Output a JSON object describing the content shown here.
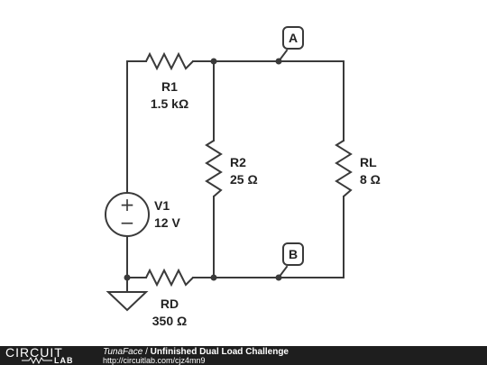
{
  "components": {
    "r1": {
      "name": "R1",
      "value": "1.5 kΩ"
    },
    "r2": {
      "name": "R2",
      "value": "25 Ω"
    },
    "rl": {
      "name": "RL",
      "value": "8 Ω"
    },
    "v1": {
      "name": "V1",
      "value": "12 V",
      "plus": "+",
      "minus": "−"
    },
    "rd": {
      "name": "RD",
      "value": "350 Ω"
    }
  },
  "probes": {
    "a": "A",
    "b": "B"
  },
  "footer": {
    "logo_top": "CIRCUIT",
    "logo_bottom": "LAB",
    "author": "TunaFace",
    "separator": " / ",
    "title": "Unfinished Dual Load Challenge",
    "url": "http://circuitlab.com/cjz4mn9"
  },
  "colors": {
    "wire": "#3a3a3a",
    "footer_bg": "#1e1e1e"
  }
}
